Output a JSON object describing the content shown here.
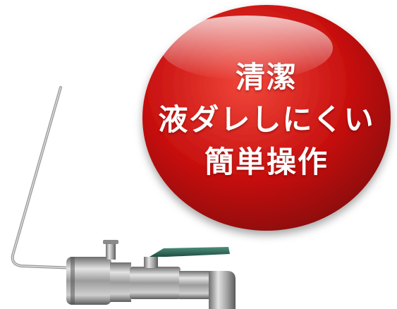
{
  "badge": {
    "lines": [
      "清潔",
      "液ダレしにくい",
      "簡単操作"
    ],
    "color": "#c8100f",
    "highlight_color": "#f45a4a",
    "text_color": "#ffffff"
  },
  "product": {
    "handle_color": "#2f6e5e",
    "metal_color": "#a8a8a8"
  }
}
